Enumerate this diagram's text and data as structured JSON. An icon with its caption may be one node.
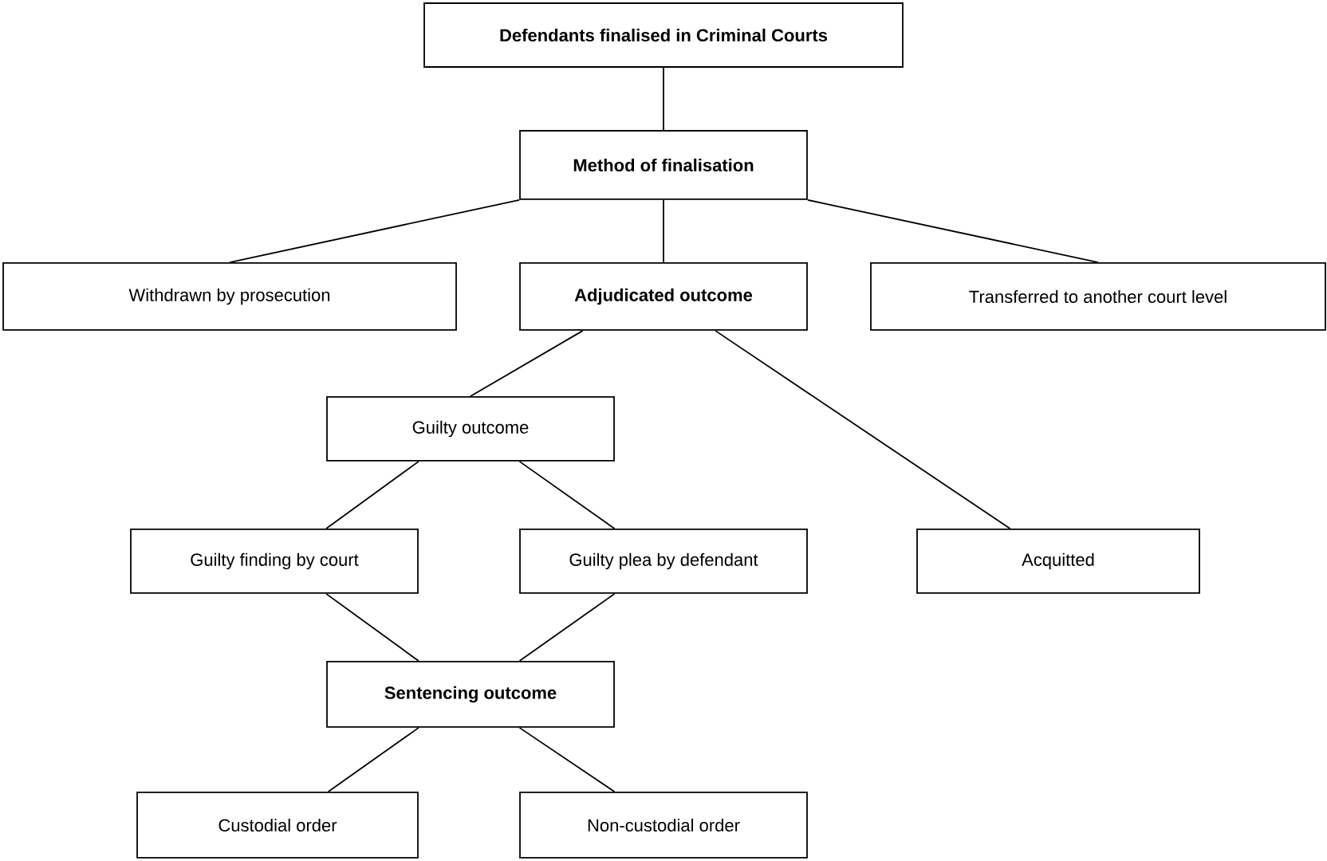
{
  "diagram": {
    "nodes": [
      {
        "text": [
          "Defendants finalised in Criminal Courts"
        ]
      },
      {
        "text": [
          "Method of finalisation"
        ]
      },
      {
        "text": [
          "Withdrawn by prosecution"
        ]
      },
      {
        "text": [
          "Adjudicated outcome"
        ]
      },
      {
        "text": [
          "Transferred to another court level"
        ]
      },
      {
        "text": [
          "Guilty outcome"
        ]
      },
      {
        "text": [
          "Guilty finding by court"
        ]
      },
      {
        "text": [
          "Guilty plea by defendant"
        ]
      },
      {
        "text": [
          "Acquitted"
        ]
      },
      {
        "text": [
          "Sentencing outcome"
        ]
      },
      {
        "text": [
          "Custodial order"
        ]
      },
      {
        "text": [
          "Non-custodial order"
        ]
      }
    ],
    "edges": [
      {
        "from": 0,
        "to": 1,
        "arrow": "none"
      },
      {
        "from": 1,
        "to": 2,
        "arrow": "none"
      },
      {
        "from": 1,
        "to": 3,
        "arrow": "none"
      },
      {
        "from": 1,
        "to": 4,
        "arrow": "none"
      },
      {
        "from": 3,
        "to": 5,
        "arrow": "none"
      },
      {
        "from": 3,
        "to": 8,
        "arrow": "none"
      },
      {
        "from": 5,
        "to": 6,
        "arrow": "none"
      },
      {
        "from": 5,
        "to": 7,
        "arrow": "none"
      },
      {
        "from": 6,
        "to": 9,
        "arrow": "none"
      },
      {
        "from": 7,
        "to": 9,
        "arrow": "none"
      },
      {
        "from": 9,
        "to": 10,
        "arrow": "none"
      },
      {
        "from": 9,
        "to": 11,
        "arrow": "none"
      }
    ]
  }
}
